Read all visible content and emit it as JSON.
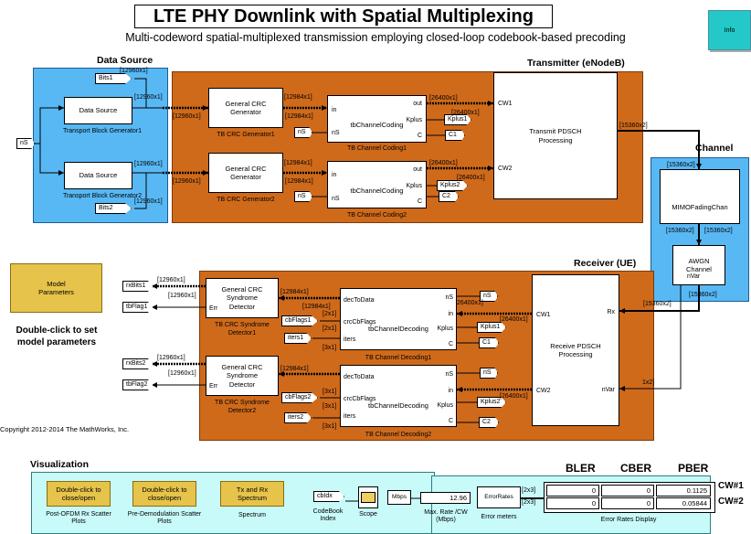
{
  "header": {
    "title": "LTE PHY Downlink with Spatial Multiplexing",
    "subtitle": "Multi-codeword spatial-multiplexed transmission employing closed-loop codebook-based precoding",
    "info_label": "Info"
  },
  "data_source": {
    "label": "Data Source",
    "block_label": "Data Source",
    "gen1": "Transport Block Generator1",
    "gen2": "Transport Block Generator2",
    "ns": "nS",
    "bits1": "Bits1",
    "bits2": "Bits2"
  },
  "transmitter": {
    "label": "Transmitter (eNodeB)",
    "crc_block": "General CRC Generator",
    "crc1": "TB CRC Generator1",
    "crc2": "TB CRC Generator2",
    "tcc_name": "tbChannelCoding",
    "tcc1": "TB Channel Coding1",
    "tcc2": "TB Channel Coding2",
    "port_in": "in",
    "port_ns": "nS",
    "port_out": "out",
    "port_kplus": "Kplus",
    "port_c": "C",
    "kplus1": "Kplus1",
    "kplus2": "Kplus2",
    "c1": "C1",
    "c2": "C2",
    "pdsch": "Transmit PDSCH Processing",
    "cw1": "CW1",
    "cw2": "CW2"
  },
  "channel": {
    "label": "Channel",
    "mimo": "MIMOFadingChan",
    "awgn": "AWGN Channel",
    "nvar": "nVar"
  },
  "receiver": {
    "label": "Receiver (UE)",
    "crc_det": "General CRC Syndrome Detector",
    "det1": "TB CRC Syndrome Detector1",
    "det2": "TB CRC Syndrome Detector2",
    "err": "Err",
    "tcd_name": "tbChannelDecoding",
    "tcd1": "TB Channel Decoding1",
    "tcd2": "TB Channel Decoding2",
    "port_dectodata": "decToData",
    "port_crccbflags": "crcCbFlags",
    "port_iters": "iters",
    "port_ns": "nS",
    "port_in": "in",
    "port_kplus": "Kplus",
    "port_c": "C",
    "rxbits1": "rxBits1",
    "rxbits2": "rxBits2",
    "tbflag1": "tbFlag1",
    "tbflag2": "tbFlag2",
    "cbflags1": "cbFlags1",
    "cbflags2": "cbFlags2",
    "iters1": "iters1",
    "iters2": "iters2",
    "ns_tag": "nS",
    "kplus1": "Kplus1",
    "kplus2": "Kplus2",
    "c1": "C1",
    "c2": "C2",
    "pdsch": "Receive PDSCH Processing",
    "cw1": "CW1",
    "cw2": "CW2",
    "rx": "Rx",
    "nvar": "nVar"
  },
  "signals": {
    "s12960": "[12960x1]",
    "s12984": "[12984x1]",
    "s26400": "[26400x1]",
    "s15360x2": "[15360x2]",
    "s2x1": "[2x1]",
    "s3x1": "[3x1]",
    "s1x2": "1x2]",
    "s2x3": "[2x3]",
    "s26400b": "26400x1]"
  },
  "model_params": {
    "block": "Model Parameters",
    "caption": "Double-click to set model parameters"
  },
  "copyright": "Copyright 2012-2014 The MathWorks, Inc.",
  "visualization": {
    "label": "Visualization",
    "btn1": "Double-click to close/open",
    "btn2": "Double-click to close/open",
    "btn3": "Tx and Rx Spectrum",
    "cap1": "Post-OFDM Rx Scatter Plots",
    "cap2": "Pre-Demodulation Scatter Plots",
    "cap3": "Spectrum",
    "cbidx": "cbIdx",
    "codebook": "CodeBook Index",
    "scope": "Scope",
    "mbps": "Mbps",
    "rate_val": "12.96",
    "rate_caption": "Max. Rate /CW (Mbps)",
    "errrates": "ErrorRates",
    "errmeters": "Error meters",
    "errdisplay": "Error Rates Display"
  },
  "error_table": {
    "headers": [
      "BLER",
      "CBER",
      "PBER"
    ],
    "rows": [
      {
        "label": "CW#1",
        "values": [
          "0",
          "0",
          "0.1125"
        ]
      },
      {
        "label": "CW#2",
        "values": [
          "0",
          "0",
          "0.05844"
        ]
      }
    ]
  },
  "colors": {
    "data_source_bg": "#58b8f4",
    "transmitter_bg": "#cf6a1b",
    "channel_bg": "#58b8f4",
    "visualization_bg": "#c8fafa",
    "param_block": "#e6c34a",
    "info_block": "#25c8c8"
  }
}
